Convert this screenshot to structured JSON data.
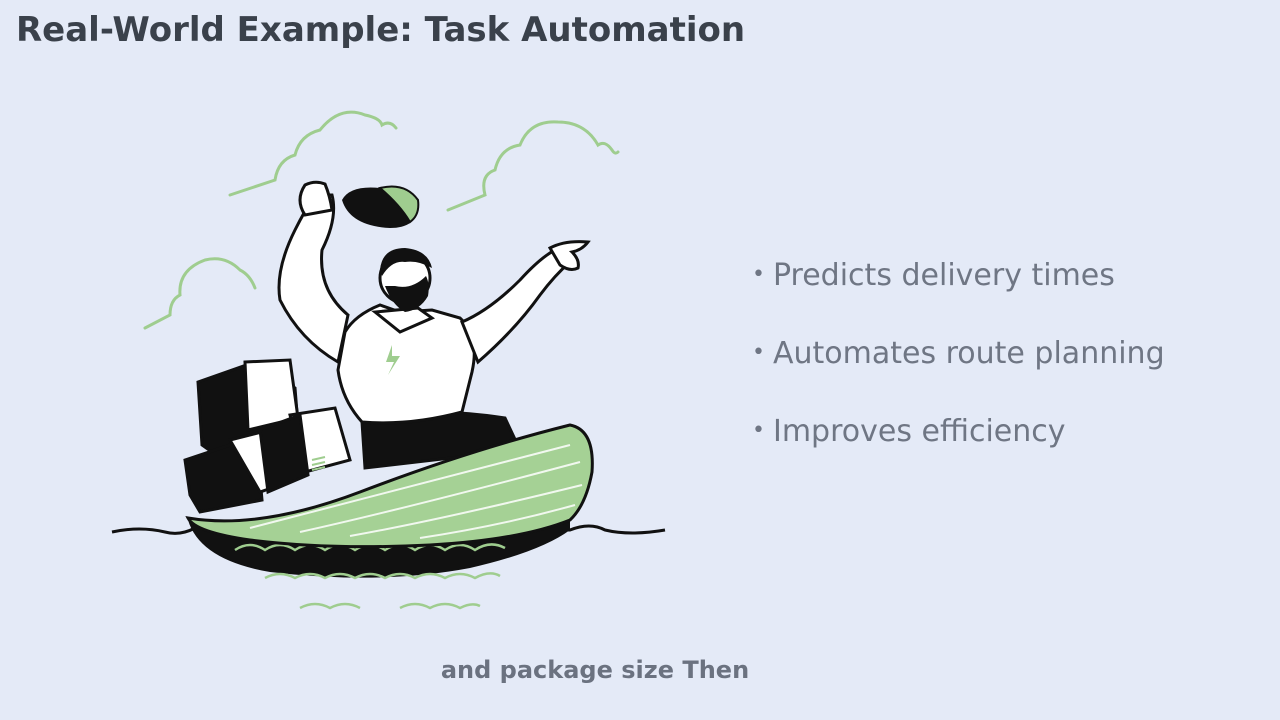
{
  "slide": {
    "title": "Real-World Example: Task Automation",
    "bullets": [
      "Predicts delivery times",
      "Automates route planning",
      "Improves efficiency"
    ],
    "bullet_symbol": "•",
    "caption": "and package size Then"
  },
  "illustration": {
    "subject": "delivery-man-in-boat",
    "colors": {
      "accent_green": "#9fcd8f",
      "outline": "#111111",
      "background": "#e4eaf7"
    }
  }
}
